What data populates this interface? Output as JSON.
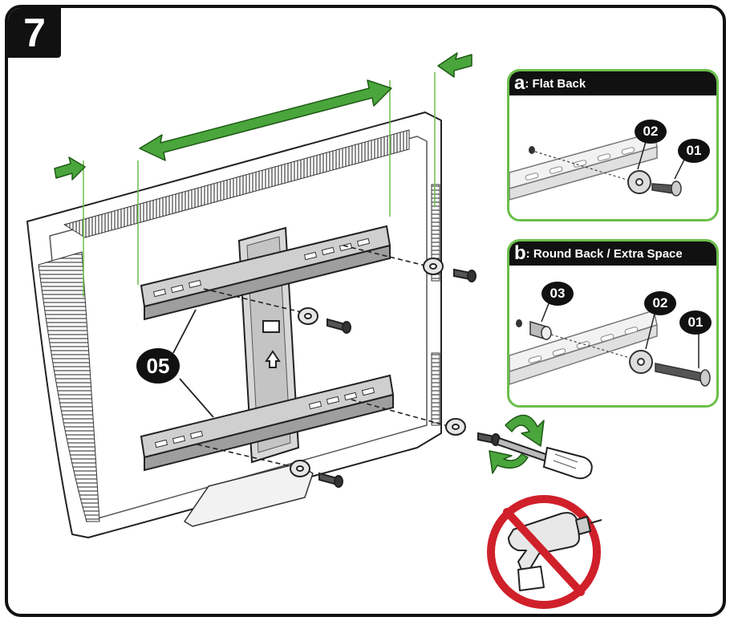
{
  "step_number": "7",
  "panel_a": {
    "letter": "a",
    "title": ": Flat Back",
    "callouts": [
      "02",
      "01"
    ]
  },
  "panel_b": {
    "letter": "b",
    "title": ": Round Back / Extra Space",
    "callouts": [
      "03",
      "02",
      "01"
    ]
  },
  "main_callout": "05",
  "colors": {
    "accent_green": "#4aa63c",
    "panel_border": "#6bbf4a",
    "prohibit_red": "#d0202a",
    "ink": "#111111"
  },
  "icons": [
    "double-arrow-icon",
    "arrow-right-icon",
    "arrow-left-icon",
    "rotate-arrow-icon",
    "screwdriver-icon",
    "no-power-drill-icon"
  ]
}
